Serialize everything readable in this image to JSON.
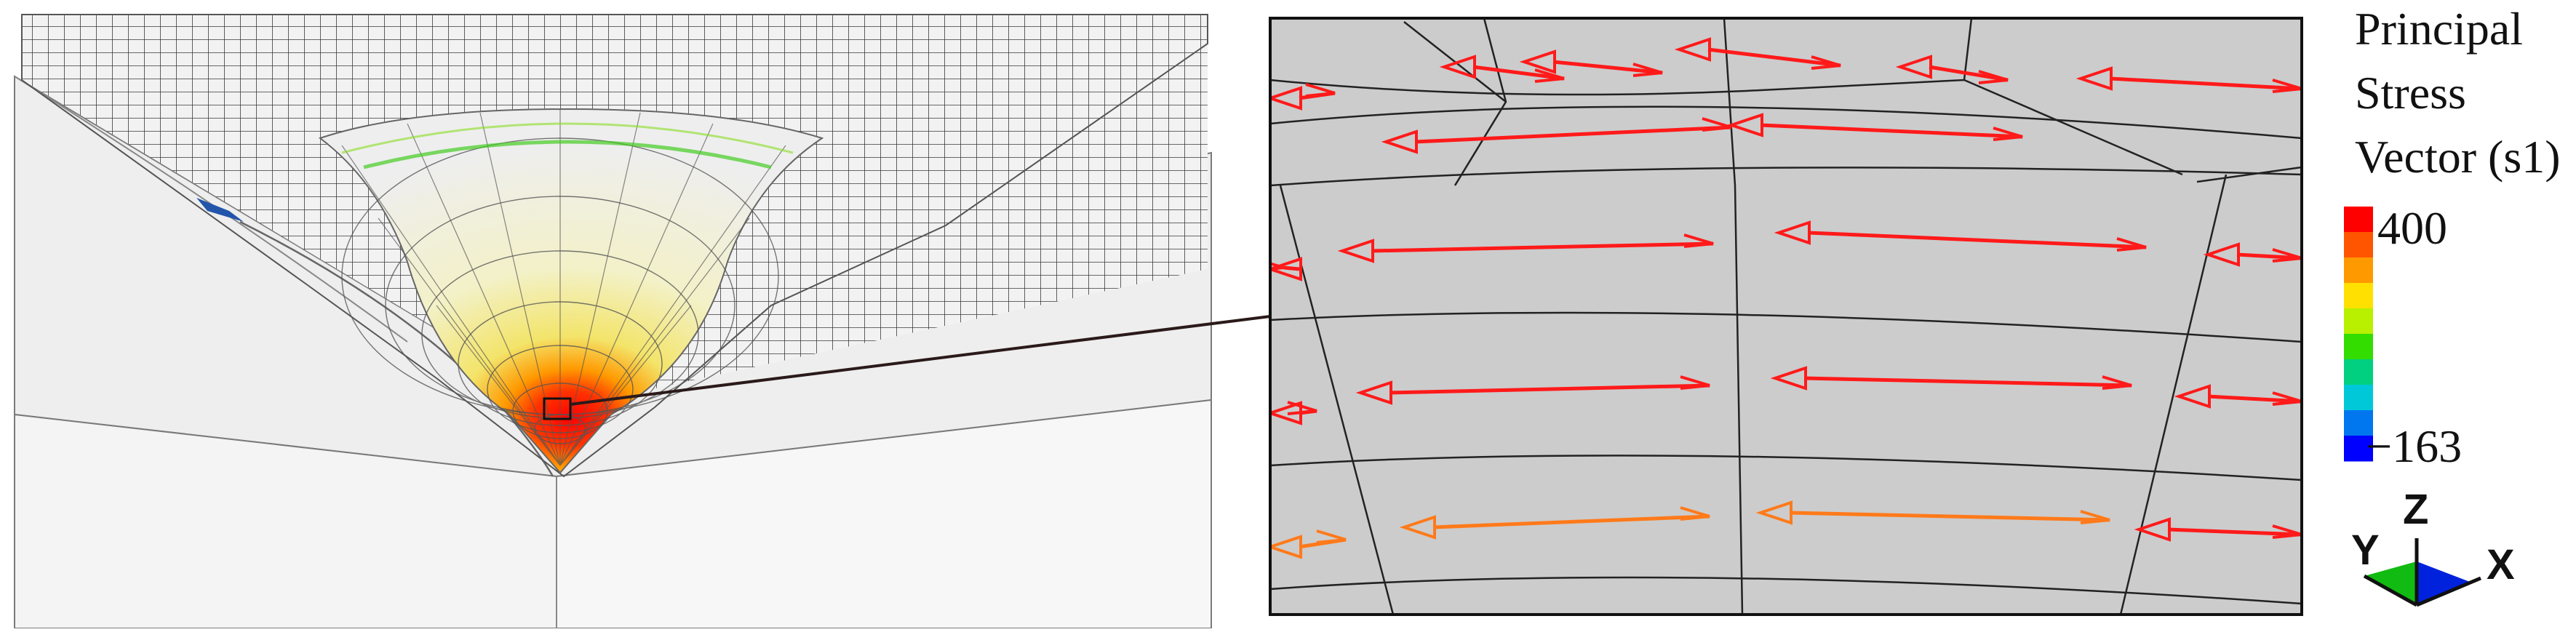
{
  "legend": {
    "title_lines": [
      "Principal",
      "Stress",
      "Vector (s1)"
    ],
    "max_label": "400",
    "min_label": "−163",
    "colors": [
      "#ff0000",
      "#ff5500",
      "#ff9900",
      "#ffe000",
      "#b8f000",
      "#33dd00",
      "#00d080",
      "#00c8d8",
      "#0077ee",
      "#0000ff"
    ]
  },
  "triad": {
    "x_label": "X",
    "y_label": "Y",
    "z_label": "Z",
    "x_color": "#0022dd",
    "y_color": "#11bb11",
    "z_color": "#333333"
  },
  "colors": {
    "vector_red": "#ff1a1a",
    "vector_orange": "#ff7a1a",
    "inset_background": "#cccccc",
    "mesh_line": "#2b2b2b",
    "leader_line": "#2b1a1a"
  }
}
